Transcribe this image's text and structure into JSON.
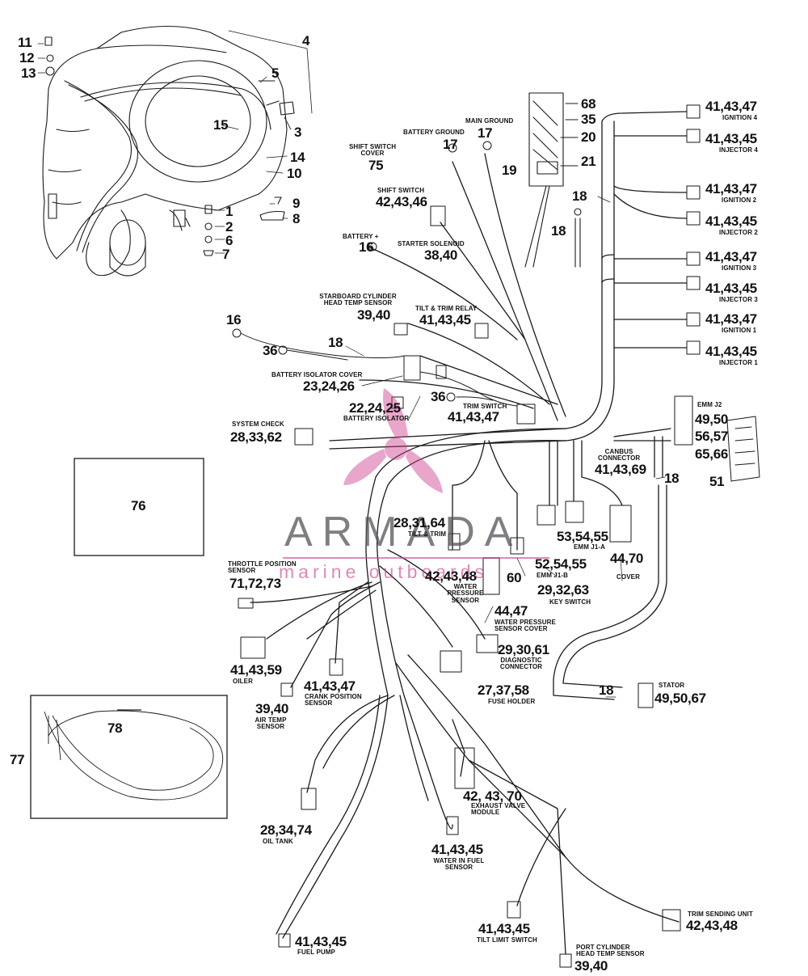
{
  "watermark": {
    "word": "ARMADA",
    "tagline": "marine outboards",
    "accent": "#cc3a8a"
  },
  "refs": {
    "n1": "1",
    "n2": "2",
    "n3": "3",
    "n4": "4",
    "n5": "5",
    "n6": "6",
    "n7": "7",
    "n8": "8",
    "n9": "9",
    "n10": "10",
    "n11": "11",
    "n12": "12",
    "n13": "13",
    "n14": "14",
    "n15": "15",
    "n16a": "16",
    "n16b": "16",
    "n17a": "17",
    "n17b": "17",
    "n18a": "18",
    "n18b": "18",
    "n18c": "18",
    "n18d": "18",
    "n18e": "18",
    "n19": "19",
    "n20": "20",
    "n21": "21",
    "n35": "35",
    "n36a": "36",
    "n36b": "36",
    "n51": "51",
    "n68": "68",
    "n76": "76",
    "n77": "77",
    "n78": "78",
    "shift_cover": "75",
    "shift_switch": "42,43,46",
    "starter": "38,40",
    "stbd_temp": "39,40",
    "tilt_relay": "41,43,45",
    "isolator_cover": "23,24,26",
    "isolator": "22,24,25",
    "trim_switch": "41,43,47",
    "system_check": "28,33,62",
    "ign4": "41,43,47",
    "inj4": "41,43,45",
    "ign2": "41,43,47",
    "inj2": "41,43,45",
    "ign3": "41,43,47",
    "inj3": "41,43,45",
    "ign1": "41,43,47",
    "inj1": "41,43,45",
    "emm_j2_a": "49,50",
    "emm_j2_b": "56,57",
    "emm_j2_c": "65,66",
    "canbus": "41,43,69",
    "emm_j1a": "53,54,55",
    "emm_j1b": "52,54,55",
    "cover": "44,70",
    "tilt_trim": "28,31,64",
    "water_pressure": "42,43,48",
    "n60": "60",
    "wp_cover": "44,47",
    "key_switch": "29,32,63",
    "throttle": "71,72,73",
    "diag": "29,30,61",
    "oiler": "41,43,59",
    "crank": "41,43,47",
    "air_temp": "39,40",
    "fuse_holder": "27,37,58",
    "stator": "49,50,67",
    "exhaust": "42, 43, 70",
    "oil_tank": "28,34,74",
    "water_fuel": "41,43,45",
    "fuel_pump": "41,43,45",
    "tilt_limit": "41,43,45",
    "trim_sending": "42,43,48",
    "port_temp": "39,40"
  },
  "captions": {
    "battery_ground": "BATTERY GROUND",
    "main_ground": "MAIN GROUND",
    "shift_cover": [
      "SHIFT SWITCH",
      "COVER"
    ],
    "shift_switch": "SHIFT SWITCH",
    "battery_plus": "BATTERY +",
    "starter": "STARTER SOLENOID",
    "stbd_temp": [
      "STARBOARD CYLINDER",
      "HEAD TEMP SENSOR"
    ],
    "tilt_relay": "TILT & TRIM RELAY",
    "isolator_cover": "BATTERY ISOLATOR COVER",
    "isolator": "BATTERY ISOLATOR",
    "trim_switch": "TRIM SWITCH",
    "system_check": "SYSTEM CHECK",
    "ign4": "IGNITION 4",
    "inj4": "INJECTOR 4",
    "ign2": "IGNITION 2",
    "inj2": "INJECTOR 2",
    "ign3": "IGNITION 3",
    "inj3": "INJECTOR 3",
    "ign1": "IGNITION 1",
    "inj1": "INJECTOR 1",
    "emm_j2": "EMM J2",
    "canbus": [
      "CANBus",
      "CONNECTOR"
    ],
    "emm_j1a": "EMM J1-A",
    "emm_j1b": "EMM J1-B",
    "cover": "COVER",
    "tilt_trim": "TILT & TRIM",
    "water_pressure": [
      "WATER",
      "PRESSURE",
      "SENSOR"
    ],
    "wp_cover": [
      "WATER PRESSURE",
      "SENSOR COVER"
    ],
    "key_switch": "KEY SWITCH",
    "throttle": [
      "THROTTLE POSITION",
      "SENSOR"
    ],
    "diag": [
      "DIAGNOSTIC",
      "CONNECTOR"
    ],
    "oiler": "OILER",
    "crank": [
      "CRANK POSITION",
      "SENSOR"
    ],
    "air_temp": [
      "AIR TEMP",
      "SENSOR"
    ],
    "fuse_holder": "FUSE HOLDER",
    "stator": "STATOR",
    "exhaust": [
      "EXHAUST VALVE",
      "MODULE"
    ],
    "oil_tank": "OIL TANK",
    "water_fuel": [
      "WATER IN FUEL",
      "SENSOR"
    ],
    "fuel_pump": "FUEL PUMP",
    "tilt_limit": "TILT LIMIT SWITCH",
    "trim_sending": "TRIM SENDING UNIT",
    "port_temp": [
      "PORT CYLINDER",
      "HEAD TEMP SENSOR"
    ]
  },
  "colors": {
    "ink": "#1a1a1a",
    "watermark_grey": "#55555a",
    "watermark_pink": "#cc3a8a"
  }
}
